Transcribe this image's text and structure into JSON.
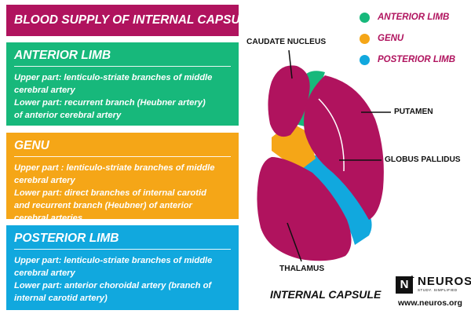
{
  "title": "BLOOD SUPPLY OF INTERNAL CAPSULE",
  "panels": {
    "anterior_limb": {
      "heading": "ANTERIOR LIMB",
      "color": "#17b87b",
      "lines": [
        "Upper part: lenticulo-striate branches of middle",
        "cerebral artery",
        "Lower part: recurrent branch (Heubner artery)",
        "of anterior cerebral artery"
      ]
    },
    "genu": {
      "heading": "GENU",
      "color": "#f5a617",
      "lines": [
        "Upper part : lenticulo-striate branches of middle",
        "cerebral artery",
        "Lower part: direct branches of internal carotid",
        "and recurrent branch (Heubner) of anterior",
        "cerebral arteries"
      ]
    },
    "posterior_limb": {
      "heading": "POSTERIOR LIMB",
      "color": "#11a8de",
      "lines": [
        "Upper part: lenticulo-striate branches of middle",
        "cerebral artery",
        "Lower part: anterior choroidal artery (branch of",
        "internal carotid artery)"
      ]
    }
  },
  "legend": [
    {
      "label": "ANTERIOR LIMB",
      "color": "#17b87b"
    },
    {
      "label": "GENU",
      "color": "#f5a617"
    },
    {
      "label": "POSTERIOR LIMB",
      "color": "#11a8de"
    }
  ],
  "structure_labels": {
    "caudate_nucleus": "CAUDATE NUCLEUS",
    "putamen": "PUTAMEN",
    "globus_pallidus": "GLOBUS PALLIDUS",
    "thalamus": "THALAMUS"
  },
  "diagram_caption": "INTERNAL CAPSULE",
  "colors": {
    "brain_structure": "#b0135e",
    "title_background": "#b0135e"
  },
  "logo": {
    "letter": "N",
    "plus": "+",
    "word": "NEUROS",
    "tagline": "STUDY. SIMPLIFIED",
    "url": "www.neuros.org"
  }
}
